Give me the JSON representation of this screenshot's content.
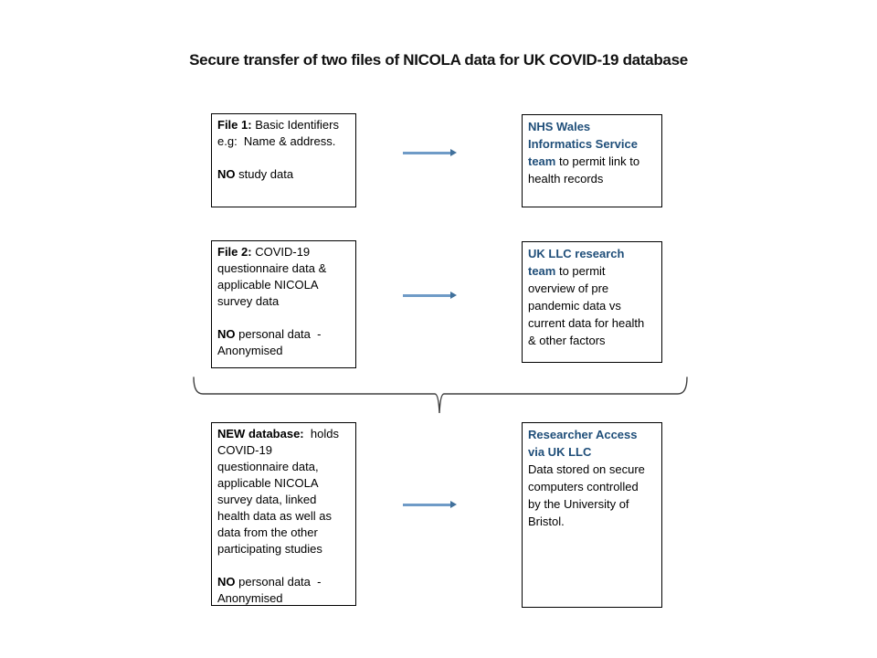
{
  "title": "Secure transfer of two files of NICOLA data for UK COVID-19 database",
  "colors": {
    "title_text": "#111111",
    "team_blue": "#1F4E79",
    "connector_line": "#6F9BC7",
    "connector_head": "#41719C",
    "brace": "#404040",
    "box_border": "#000000"
  },
  "boxes": {
    "file1": {
      "lines": [
        [
          {
            "t": "File 1:",
            "s": "b"
          },
          {
            "t": " Basic Identifiers",
            "s": ""
          }
        ],
        [
          {
            "t": "e.g:  Name & address.",
            "s": ""
          }
        ],
        [],
        [
          {
            "t": "NO",
            "s": "b"
          },
          {
            "t": " study data",
            "s": ""
          }
        ]
      ]
    },
    "nhs_wales": {
      "lines": [
        [
          {
            "t": "NHS Wales",
            "s": "bb"
          }
        ],
        [
          {
            "t": "Informatics Service",
            "s": "bb"
          }
        ],
        [
          {
            "t": "team",
            "s": "bb"
          },
          {
            "t": " to permit link to",
            "s": ""
          }
        ],
        [
          {
            "t": "health records",
            "s": ""
          }
        ]
      ]
    },
    "file2": {
      "lines": [
        [
          {
            "t": "File 2:",
            "s": "b"
          },
          {
            "t": " COVID-19",
            "s": ""
          }
        ],
        [
          {
            "t": "questionnaire data &",
            "s": ""
          }
        ],
        [
          {
            "t": "applicable NICOLA",
            "s": ""
          }
        ],
        [
          {
            "t": "survey data",
            "s": ""
          }
        ],
        [],
        [
          {
            "t": "NO",
            "s": "b"
          },
          {
            "t": " personal data  -",
            "s": ""
          }
        ],
        [
          {
            "t": "Anonymised",
            "s": ""
          }
        ]
      ]
    },
    "uk_llc": {
      "lines": [
        [
          {
            "t": "UK LLC research",
            "s": "bb"
          }
        ],
        [
          {
            "t": "team",
            "s": "bb"
          },
          {
            "t": " to permit",
            "s": ""
          }
        ],
        [
          {
            "t": "overview of pre",
            "s": ""
          }
        ],
        [
          {
            "t": "pandemic data vs",
            "s": ""
          }
        ],
        [
          {
            "t": "current data for health",
            "s": ""
          }
        ],
        [
          {
            "t": "& other factors",
            "s": ""
          }
        ]
      ]
    },
    "new_database": {
      "lines": [
        [
          {
            "t": "NEW database:",
            "s": "b"
          },
          {
            "t": "  holds",
            "s": ""
          }
        ],
        [
          {
            "t": "COVID-19",
            "s": ""
          }
        ],
        [
          {
            "t": "questionnaire data,",
            "s": ""
          }
        ],
        [
          {
            "t": "applicable NICOLA",
            "s": ""
          }
        ],
        [
          {
            "t": "survey data, linked",
            "s": ""
          }
        ],
        [
          {
            "t": "health data as well as",
            "s": ""
          }
        ],
        [
          {
            "t": "data from the other",
            "s": ""
          }
        ],
        [
          {
            "t": "participating studies",
            "s": ""
          }
        ],
        [],
        [
          {
            "t": "NO",
            "s": "b"
          },
          {
            "t": " personal data  -",
            "s": ""
          }
        ],
        [
          {
            "t": "Anonymised",
            "s": ""
          }
        ]
      ]
    },
    "researcher_access": {
      "lines": [
        [
          {
            "t": "Researcher Access",
            "s": "bb"
          }
        ],
        [
          {
            "t": "via UK LLC",
            "s": "bb"
          }
        ],
        [
          {
            "t": "Data stored on secure",
            "s": ""
          }
        ],
        [
          {
            "t": "computers controlled",
            "s": ""
          }
        ],
        [
          {
            "t": "by the University of",
            "s": ""
          }
        ],
        [
          {
            "t": "Bristol.",
            "s": ""
          }
        ]
      ]
    }
  }
}
